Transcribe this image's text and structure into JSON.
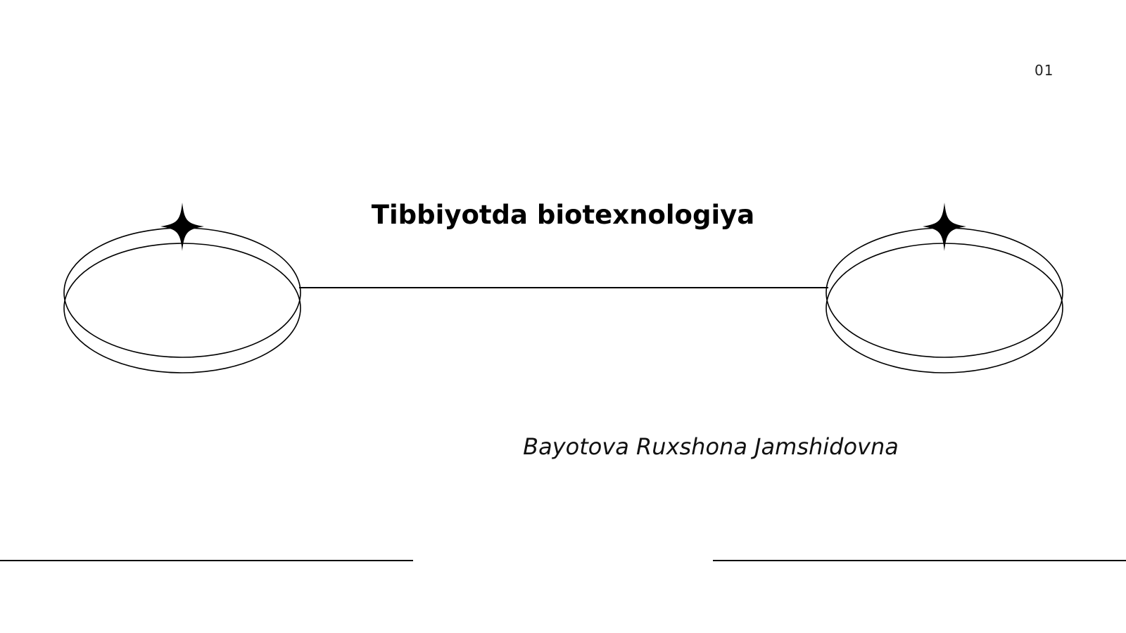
{
  "slide": {
    "page_number": "01",
    "title": "Tibbiyotda biotexnologiya",
    "author": "Bayotova Ruxshona Jamshidovna"
  },
  "decor": {
    "line_color": "#000000",
    "left_ring_icon": "ring-with-sparkle-icon",
    "right_ring_icon": "ring-with-sparkle-icon"
  }
}
